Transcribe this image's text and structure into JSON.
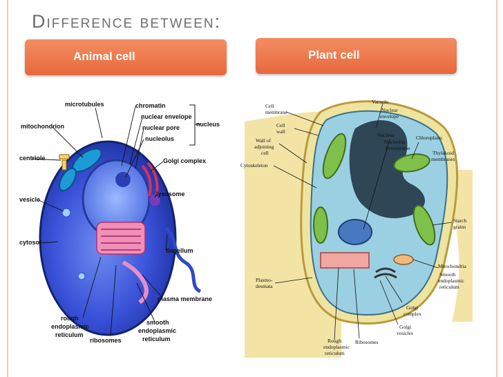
{
  "slide": {
    "title": "Difference between:",
    "left_heading": "Animal cell",
    "right_heading": "Plant cell"
  },
  "colors": {
    "accent": "#ec7446",
    "title_gray": "#6e6e6e",
    "frame": "#f0c9b6"
  },
  "animal_labels": {
    "microtubules": "microtubules",
    "chromatin": "chromatin",
    "nuclear_envelope": "nuclear envelope",
    "nuclear_pore": "nuclear pore",
    "nucleolus": "nucleolus",
    "nucleus": "nucleus",
    "mitochondrion": "mitochondrion",
    "golgi": "Golgi complex",
    "centriole": "centriole",
    "lysosome": "lysosome",
    "vesicle": "vesicle",
    "cytosol": "cytosol",
    "flagellum": "flagellum",
    "plasma_membrane": "plasma membrane",
    "rough_er_1": "rough",
    "rough_er_2": "endoplasmic",
    "rough_er_3": "reticulum",
    "ribosomes": "ribosomes",
    "smooth_er_1": "smooth",
    "smooth_er_2": "endoplasmic",
    "smooth_er_3": "reticulum"
  },
  "plant_labels": {
    "cell_membrane_1": "Cell",
    "cell_membrane_2": "membrane",
    "vacuole": "Vacuole",
    "nuclear_env_1": "Nuclear",
    "nuclear_env_2": "envelope",
    "cell_wall_1": "Cell",
    "cell_wall_2": "wall",
    "wall_adjoining_1": "Wall of",
    "wall_adjoining_2": "adjoining",
    "wall_adjoining_3": "cell",
    "nucleus": "Nucleus",
    "nucleolus": "Nucleolus",
    "peroxisome": "Peroxisome",
    "chloroplasts": "Chloroplasts",
    "thylakoid_1": "Thylakoid",
    "thylakoid_2": "membranes",
    "cytoskeleton": "Cytoskeleton",
    "starch_1": "Starch",
    "starch_2": "grains",
    "plasmodesmata_1": "Plasmo-",
    "plasmodesmata_2": "desmata",
    "mitochondria": "Mitochondria",
    "smooth_1": "Smooth",
    "smooth_2": "endoplasmic",
    "smooth_3": "reticulum",
    "golgi_complex_1": "Golgi",
    "golgi_complex_2": "complex",
    "golgi_vesicles_1": "Golgi",
    "golgi_vesicles_2": "vesicles",
    "ribosomes": "Ribosomes",
    "rough_1": "Rough",
    "rough_2": "endoplasmic",
    "rough_3": "reticulum"
  }
}
